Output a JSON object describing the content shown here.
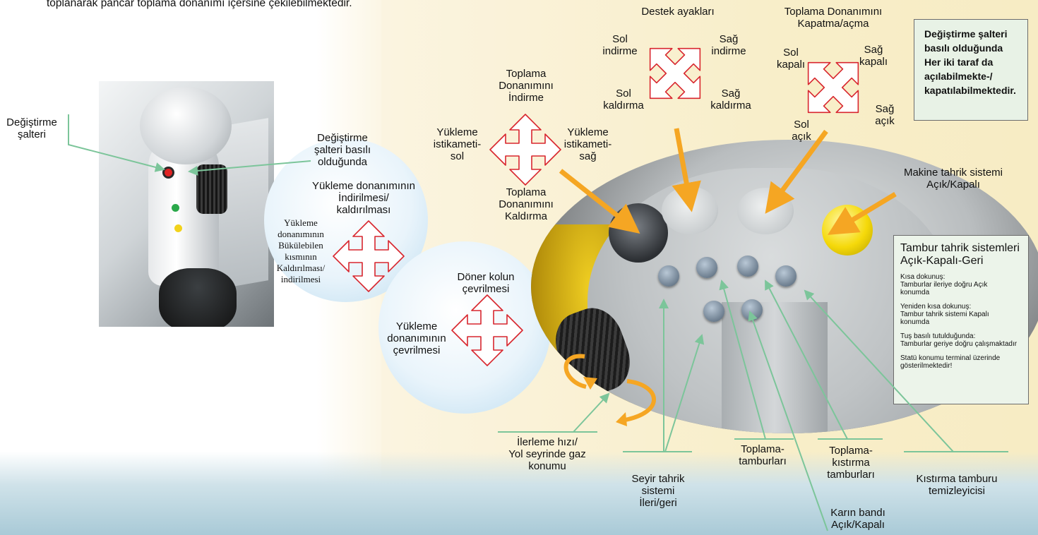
{
  "intro_text": "toplanarak pancar toplama donanımı içersine çekilebilmektedir.",
  "left": {
    "switch_label": [
      "Değiştirme",
      "şalteri"
    ],
    "switch_pressed": [
      "Değiştirme",
      "şalteri basılı",
      "olduğunda"
    ],
    "bubble1_title": [
      "Yükleme donanımının",
      "İndirilmesi/",
      "kaldırılması"
    ],
    "bubble1_side": [
      "Yükleme",
      "donanımının",
      "Bükülebilen",
      "kısmının",
      "Kaldırılması/",
      "indirilmesi"
    ],
    "bubble2_title": [
      "Döner kolun",
      "çevrilmesi"
    ],
    "bubble2_side": [
      "Yükleme",
      "donanımının",
      "çevrilmesi"
    ]
  },
  "cross1": {
    "top": [
      "Toplama",
      "Donanımını",
      "İndirme"
    ],
    "bottom": [
      "Toplama",
      "Donanımını",
      "Kaldırma"
    ],
    "left": [
      "Yükleme",
      "istikameti-",
      "sol"
    ],
    "right": [
      "Yükleme",
      "istikameti-",
      "sağ"
    ]
  },
  "cross2": {
    "title": "Destek ayakları",
    "tl": [
      "Sol",
      "indirme"
    ],
    "tr": [
      "Sağ",
      "indirme"
    ],
    "bl": [
      "Sol",
      "kaldırma"
    ],
    "br": [
      "Sağ",
      "kaldırma"
    ]
  },
  "cross3": {
    "title": [
      "Toplama Donanımını",
      "Kapatma/açma"
    ],
    "tl": [
      "Sol",
      "kapalı"
    ],
    "tr": [
      "Sağ",
      "kapalı"
    ],
    "bl": [
      "Sol",
      "açık"
    ],
    "br": [
      "Sağ",
      "açık"
    ]
  },
  "green_box": [
    "Değiştirme şalteri",
    "basılı olduğunda",
    "Her iki taraf da",
    "açılabilmekte-/",
    "kapatılabilmektedir."
  ],
  "machine_drive": [
    "Makine tahrik sistemi",
    "Açık/Kapalı"
  ],
  "info_box": {
    "title": [
      "Tambur tahrik sistemleri",
      "Açık-Kapalı-Geri"
    ],
    "items": [
      [
        "Kısa dokunuş:",
        "Tamburlar ileriye doğru Açık",
        "konumda"
      ],
      [
        "Yeniden kısa dokunuş:",
        "Tambur tahrik sistemi Kapalı",
        "konumda"
      ],
      [
        "Tuş basılı tutulduğunda:",
        "Tamburlar geriye doğru çalışmaktadır"
      ],
      [
        "Statü konumu terminal üzerinde",
        "gösterilmektedir!"
      ]
    ]
  },
  "bottom_labels": {
    "speed": [
      "İlerleme hızı/",
      "Yol seyrinde gaz",
      "konumu"
    ],
    "travel": [
      "Seyir tahrik",
      "sistemi",
      "İleri/geri"
    ],
    "pickup": [
      "Toplama-",
      "tamburları"
    ],
    "pickup_squeeze": [
      "Toplama-",
      "kıstırma",
      "tamburları"
    ],
    "belt": [
      "Karın bandı",
      "Açık/Kapalı"
    ],
    "squeeze_cleaner": [
      "Kıstırma tamburu",
      "temizleyicisi"
    ]
  },
  "colors": {
    "arrow_red": "#d8262e",
    "pointer_orange": "#f5a623",
    "leader_green": "#7cc59a",
    "bubble_blue": "#bcdcef",
    "box_green": "#e8f2e6",
    "led_red": "#e02424",
    "led_green": "#2aa84a",
    "led_yellow": "#f2d21b",
    "button_yellow": "#f5d90a"
  },
  "icons": [
    "four-way-arrow-icon",
    "diagonal-four-way-arrow-icon",
    "rotation-arrow-icon"
  ]
}
